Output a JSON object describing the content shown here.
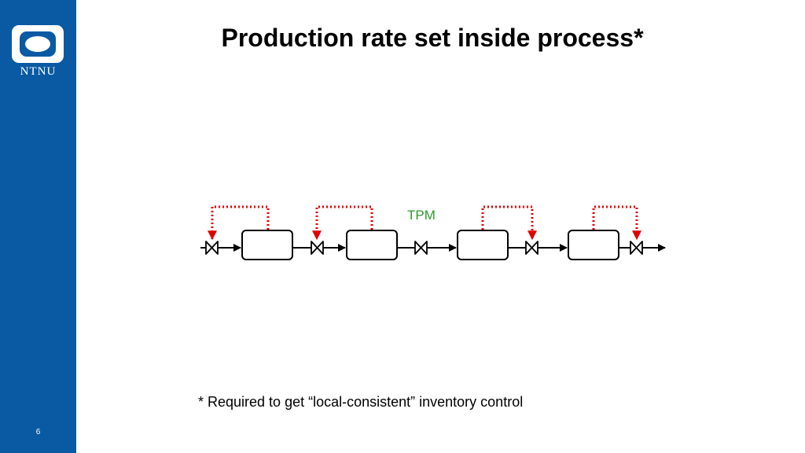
{
  "slide": {
    "title": "Production rate set inside process*",
    "footnote": "* Required to get “local-consistent” inventory control",
    "page_number": "6"
  },
  "logo": {
    "text": "NTNU"
  },
  "diagram": {
    "tpm_label": "TPM",
    "units": 4,
    "valves": 5,
    "tpm_valve_index": 2,
    "controlled_valve_indices": [
      0,
      1,
      3,
      4
    ]
  },
  "colors": {
    "sidebar": "#0a5aa3",
    "control_loop": "#e00000",
    "tpm_label": "#2e9a2e",
    "line": "#000000"
  }
}
